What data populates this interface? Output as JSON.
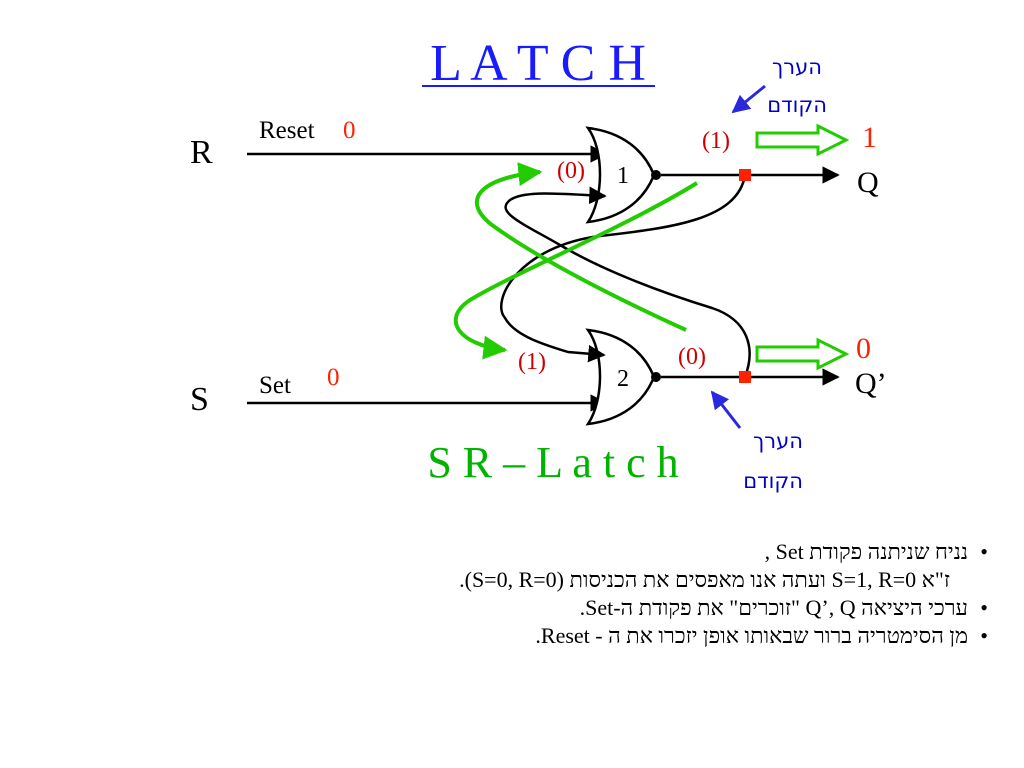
{
  "title": "L A T C H",
  "subtitle": "S R – L a t c h",
  "inputs": {
    "r_letter": "R",
    "s_letter": "S",
    "reset_label": "Reset",
    "reset_value": "0",
    "set_label": "Set",
    "set_value": "0"
  },
  "gates": {
    "gate1": "1",
    "gate2": "2"
  },
  "gate_inputs": {
    "gate1_feedback": "(0)",
    "gate2_feedback": "(1)"
  },
  "outputs": {
    "q_label": "Q",
    "q_prev": "(1)",
    "q_value": "1",
    "qbar_label": "Q’",
    "qbar_prev": "(0)",
    "qbar_value": "0"
  },
  "notes": {
    "prev_top_line1": "הערך",
    "prev_top_line2": "הקודם",
    "prev_bottom_line1": "הערך",
    "prev_bottom_line2": "הקודם"
  },
  "bullets": [
    "נניח שניתנה פקודת Set ,",
    "ז\"א S=1, R=0 ועתה אנו מאפסים את הכניסות (S=0, R=0).",
    "ערכי היציאה Q’, Q \"זוכרים\" את פקודת ה-Set.",
    "מן הסימטריה ברור שבאותו אופן יזכרו את ה - Reset."
  ],
  "colors": {
    "title": "#1a1aff",
    "subtitle": "#00b300",
    "value_red": "#ff2200",
    "paren_red": "#cc0000",
    "green": "#22cc00",
    "note_blue": "#0000cc"
  }
}
